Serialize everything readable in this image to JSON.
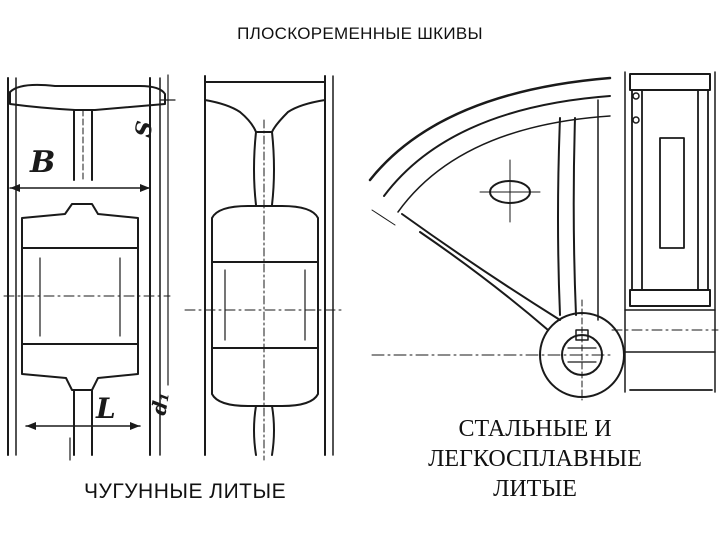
{
  "title": "ПЛОСКОРЕМЕННЫЕ ШКИВЫ",
  "captions": {
    "cast_iron": "ЧУГУННЫЕ  ЛИТЫЕ",
    "steel_line1": "СТАЛЬНЫЕ И",
    "steel_line2": "ЛЕГКОСПЛАВНЫЕ",
    "steel_line3": "ЛИТЫЕ"
  },
  "dimension_labels": {
    "width": "B",
    "rim_thickness": "S",
    "hub_length": "L",
    "diameter": "d₁"
  }
}
